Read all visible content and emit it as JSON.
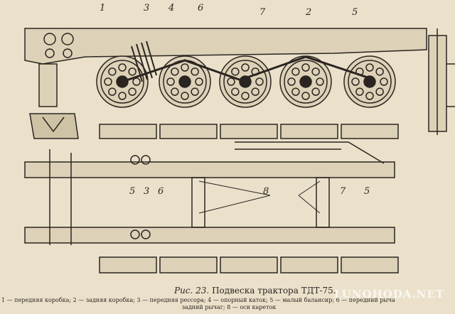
{
  "labels_top": [
    "1",
    "3",
    "4",
    "6",
    "7",
    "2",
    "5"
  ],
  "labels_plan": [
    "5",
    "3",
    "6",
    "8",
    "7",
    "5"
  ],
  "caption": {
    "prefix": "Рис. 23.",
    "title": "Подвеска трактора ТДТ-75.",
    "legend_line1": "1 — передняя коробка; 2 — задняя коробка; 3 — передняя рессора; 4 — опорный каток; 5 — малый балансир; 6 — передний рыча",
    "legend_line2": "задний рычаг; 8 — оси кареток"
  },
  "watermark": "LUNOHODA.NET"
}
